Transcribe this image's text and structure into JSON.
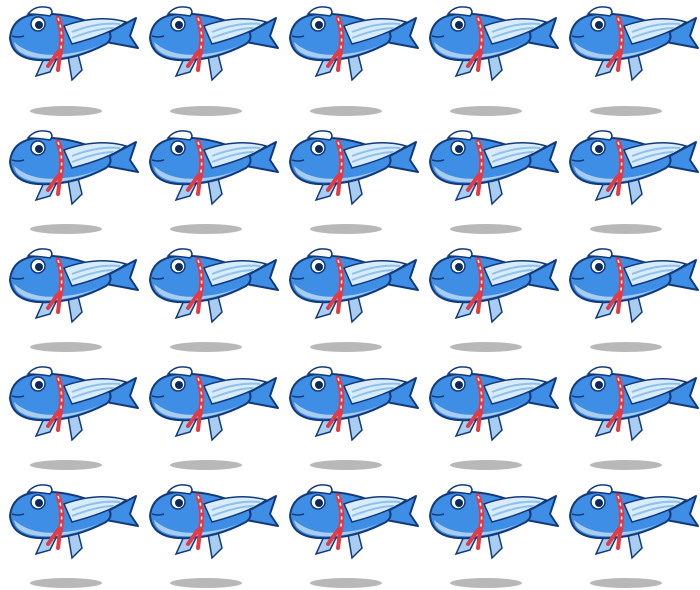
{
  "sheet": {
    "columns": 5,
    "rows": 5,
    "frame_count": 25,
    "sprite_name": "flying-fish-sailor"
  },
  "palette": {
    "outline": "#123a7a",
    "body": "#3f8ee6",
    "body_light": "#6fb2f0",
    "belly": "#a9cdf0",
    "fin": "#d9ecfb",
    "fin_stripe": "#8ec1ee",
    "scarf": "#e23b45",
    "scarf_dark": "#a51d2c",
    "hat": "#ffffff",
    "eye": "#0d2a5c",
    "shadow": "#b8b8b8"
  },
  "animation": {
    "bob_offsets": [
      0,
      8,
      12,
      12,
      8
    ]
  }
}
